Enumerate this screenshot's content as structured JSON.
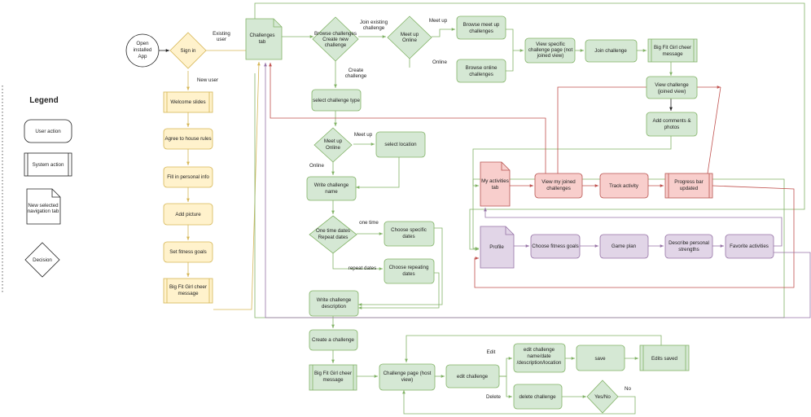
{
  "legend": {
    "title": "Legend",
    "user_action": "User action",
    "system_action": "System action",
    "nav_tab": [
      "New selected",
      "navigation tab"
    ],
    "decision": "Decision"
  },
  "colors": {
    "yellow_fill": "#fff2cc",
    "yellow_stroke": "#d6b656",
    "green_fill": "#d5e8d4",
    "green_stroke": "#82b366",
    "red_fill": "#f8cecc",
    "red_stroke": "#b85450",
    "purple_fill": "#e1d5e7",
    "purple_stroke": "#9673a6",
    "red_line": "#c0504d",
    "purple_line": "#9673a6"
  },
  "nodes": {
    "open_app": [
      "Open",
      "installed",
      "App"
    ],
    "sign_in": "Sign in",
    "welcome": "Welcome slides",
    "rules": "Agree to house rules",
    "personal": "Fill in personal info",
    "picture": "Add picture",
    "goals": "Set fitness goals",
    "cheer1": [
      "Big Fit Girl cheer",
      "message"
    ],
    "challenges_tab": [
      "Challenges",
      "tab"
    ],
    "browse_create": [
      "Browse challenges",
      "Create new",
      "challenge"
    ],
    "meetup_online_1": [
      "Meet up",
      "Online"
    ],
    "browse_meetup": [
      "Browse meet up",
      "challenges"
    ],
    "browse_online": [
      "Browse online",
      "challenges"
    ],
    "view_specific": [
      "View specific",
      "challenge page (not",
      "joined view)"
    ],
    "join": "Join  challenge",
    "cheer2": [
      "Big Fit Girl cheer",
      "message"
    ],
    "view_joined": [
      "View challenge",
      "(joined view)"
    ],
    "add_comments": [
      "Add comments &",
      "photos"
    ],
    "select_type": "select challenge type",
    "meetup_online_2": [
      "Meet up",
      "Online"
    ],
    "select_location": "select location",
    "write_name": [
      "Write challenge",
      "name"
    ],
    "one_time_repeat": [
      "One time dates",
      "Repeat dates"
    ],
    "specific_dates": [
      "Choose specific",
      "dates"
    ],
    "repeating_dates": [
      "Choose repeating",
      "dates"
    ],
    "write_desc": [
      "Write challenge",
      "description"
    ],
    "create": "Create a challenge",
    "cheer3": [
      "Big Fit Girl cheer",
      "message"
    ],
    "host_page": [
      "Challenge page (host",
      "view)"
    ],
    "edit": "edit challenge",
    "edit_fields": [
      "edit challenge",
      "name/date",
      "/description/location"
    ],
    "save": "save",
    "edits_saved": "Edits saved",
    "delete": "delete challenge",
    "yes_no": "Yes/No",
    "my_activities": [
      "My activities",
      "tab"
    ],
    "view_my_joined": [
      "View my joined",
      "challenges"
    ],
    "track": "Track activity",
    "progress": [
      "Progress bar",
      "updated"
    ],
    "profile": "Profile",
    "choose_goals": "Choose fitness goals",
    "game_plan": "Game plan",
    "describe": [
      "Describe personal",
      "strengths"
    ],
    "favorites": "Favorite activities"
  },
  "edge_labels": {
    "existing_user": [
      "Existing",
      "user"
    ],
    "new_user": "New user",
    "join_existing": [
      "Join existing",
      "challenge"
    ],
    "meet_up": "Meet up",
    "online": "Online",
    "create_challenge": [
      "Create",
      "challenge"
    ],
    "meet_up_2": "Meet up",
    "online_2": "Online",
    "one_time": "one time",
    "repeat_dates": "repeat dates",
    "edit": "Edit",
    "delete": "Delete",
    "no": "No"
  }
}
